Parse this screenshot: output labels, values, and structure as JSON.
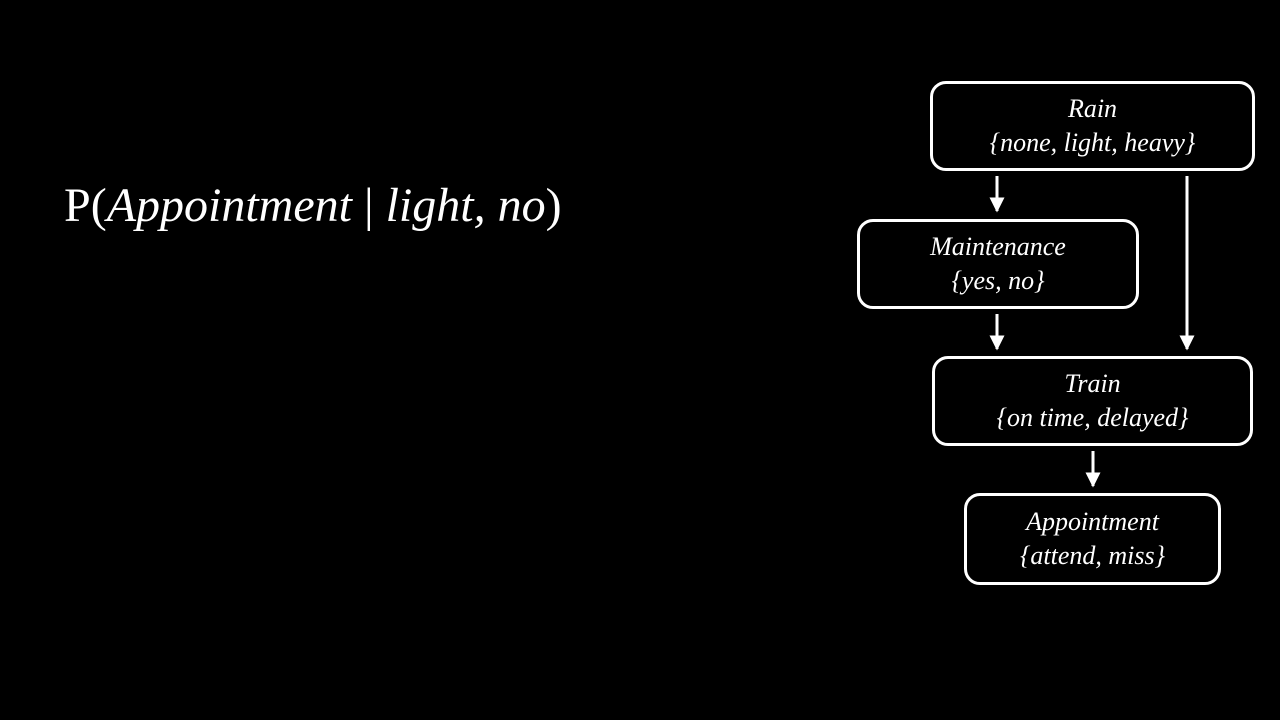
{
  "query": {
    "prefix": "P(",
    "variable": "Appointment",
    "separator": " | ",
    "evidence": "light, no",
    "suffix": ")"
  },
  "nodes": {
    "rain": {
      "name": "Rain",
      "values": "{none, light, heavy}"
    },
    "maintenance": {
      "name": "Maintenance",
      "values": "{yes, no}"
    },
    "train": {
      "name": "Train",
      "values": "{on time, delayed}"
    },
    "appointment": {
      "name": "Appointment",
      "values": "{attend, miss}"
    }
  },
  "edges": [
    {
      "from": "Rain",
      "to": "Maintenance"
    },
    {
      "from": "Rain",
      "to": "Train"
    },
    {
      "from": "Maintenance",
      "to": "Train"
    },
    {
      "from": "Train",
      "to": "Appointment"
    }
  ],
  "colors": {
    "background": "#000000",
    "foreground": "#ffffff"
  }
}
